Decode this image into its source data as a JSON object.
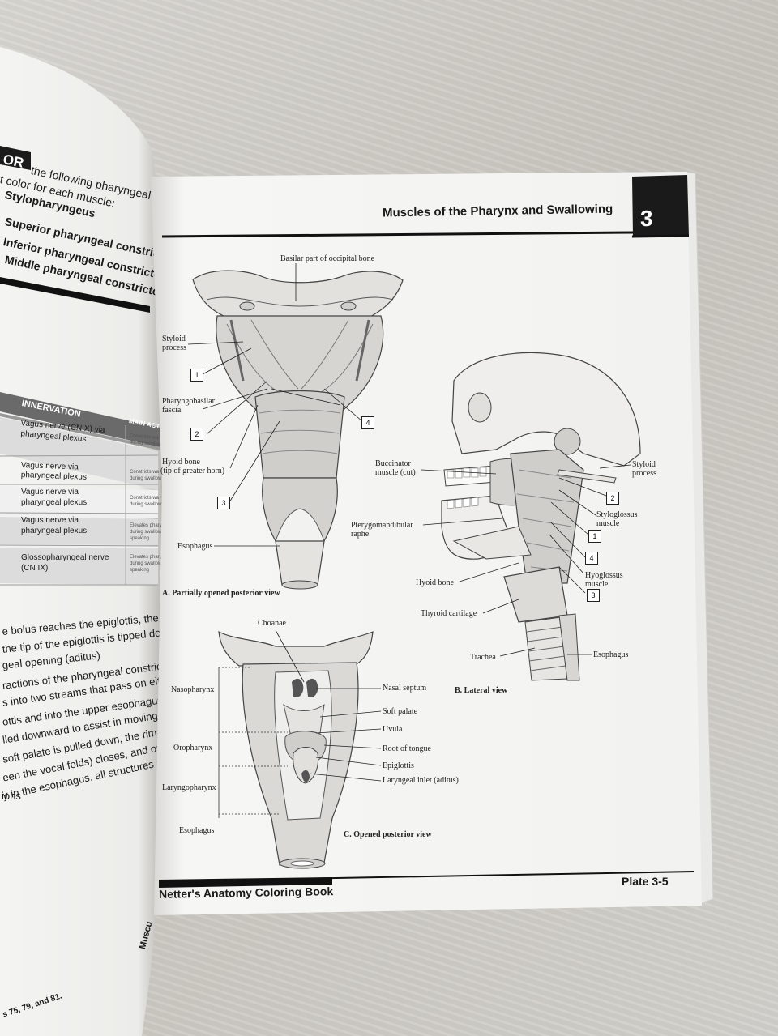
{
  "left_page": {
    "color_heading_tag": "OR",
    "color_intro_line1": "the following pharyngeal muscles,",
    "color_intro_line2": "t color for each muscle:",
    "muscles": [
      "Stylopharyngeus",
      "Superior pharyngeal constrictor",
      "Inferior pharyngeal constrictor",
      "Middle pharyngeal constrictor"
    ],
    "table": {
      "header_innervation": "INNERVATION",
      "header_action": "MAIN ACTI",
      "rows": [
        {
          "innervation": [
            "Vagus nerve (CN X) via",
            "pharyngeal plexus"
          ],
          "action": [
            "Constricts wa",
            "during swallow"
          ]
        },
        {
          "innervation": [
            "Vagus nerve via",
            "pharyngeal plexus"
          ],
          "action": [
            "Constricts wa",
            "during swallow"
          ]
        },
        {
          "innervation": [
            "Vagus nerve via",
            "pharyngeal plexus"
          ],
          "action": [
            "Constricts wa",
            "during swallow"
          ]
        },
        {
          "innervation": [
            "Vagus nerve via",
            "pharyngeal plexus"
          ],
          "action": [
            "Elevates phary",
            "during swallowi",
            "speaking"
          ]
        },
        {
          "innervation": [
            "Glossopharyngeal nerve",
            "(CN IX)"
          ],
          "action": [
            "Elevates phary",
            "during swallowi",
            "speaking"
          ]
        }
      ]
    },
    "body_lines": [
      "e bolus reaches the epiglottis, the larynx",
      "the tip of the epiglottis is tipped downwar",
      "geal opening (aditus)",
      "ractions of the pharyngeal constrictors s",
      "s into two streams that pass on either si",
      "ottis and into the upper esophagus, and t",
      "lled downward to assist in moving the b",
      "soft palate is pulled down, the rima glott",
      "een the vocal folds) closes, and once th",
      "y in the esophagus, all structures return",
      "ions"
    ],
    "footer_section": "Muscu",
    "footer_refs": "s 75, 79, and 81."
  },
  "right_page": {
    "title": "Muscles of the Pharynx and Swallowing",
    "chapter": "3",
    "footer_book": "Netter's Anatomy Coloring Book",
    "footer_plate": "Plate 3-5",
    "view_a": {
      "caption": "A. Partially opened posterior view",
      "labels": {
        "basilar": "Basilar part of occipital bone",
        "styloid_1": "Styloid",
        "styloid_2": "process",
        "pharyngobasilar_1": "Pharyngobasilar",
        "pharyngobasilar_2": "fascia",
        "hyoid_1": "Hyoid bone",
        "hyoid_2": "(tip of greater horn)",
        "esophagus": "Esophagus"
      },
      "numbers": [
        "1",
        "2",
        "3",
        "4"
      ]
    },
    "view_b": {
      "caption": "B. Lateral view",
      "labels": {
        "buccinator_1": "Buccinator",
        "buccinator_2": "muscle (cut)",
        "pterygo_1": "Pterygomandibular",
        "pterygo_2": "raphe",
        "hyoid": "Hyoid bone",
        "thyroid": "Thyroid cartilage",
        "trachea": "Trachea",
        "esophagus": "Esophagus",
        "styloid_1": "Styloid",
        "styloid_2": "process",
        "styloglossus_1": "Styloglossus",
        "styloglossus_2": "muscle",
        "hyoglossus_1": "Hyoglossus",
        "hyoglossus_2": "muscle"
      },
      "numbers": [
        "2",
        "1",
        "4",
        "3"
      ]
    },
    "view_c": {
      "caption": "C. Opened posterior view",
      "labels": {
        "choanae": "Choanae",
        "nasopharynx": "Nasopharynx",
        "oropharynx": "Oropharynx",
        "laryngopharynx": "Laryngopharynx",
        "esophagus": "Esophagus",
        "nasal_septum": "Nasal septum",
        "soft_palate": "Soft palate",
        "uvula": "Uvula",
        "root_tongue": "Root of tongue",
        "epiglottis": "Epiglottis",
        "laryngeal_inlet": "Laryngeal inlet (aditus)"
      }
    }
  }
}
